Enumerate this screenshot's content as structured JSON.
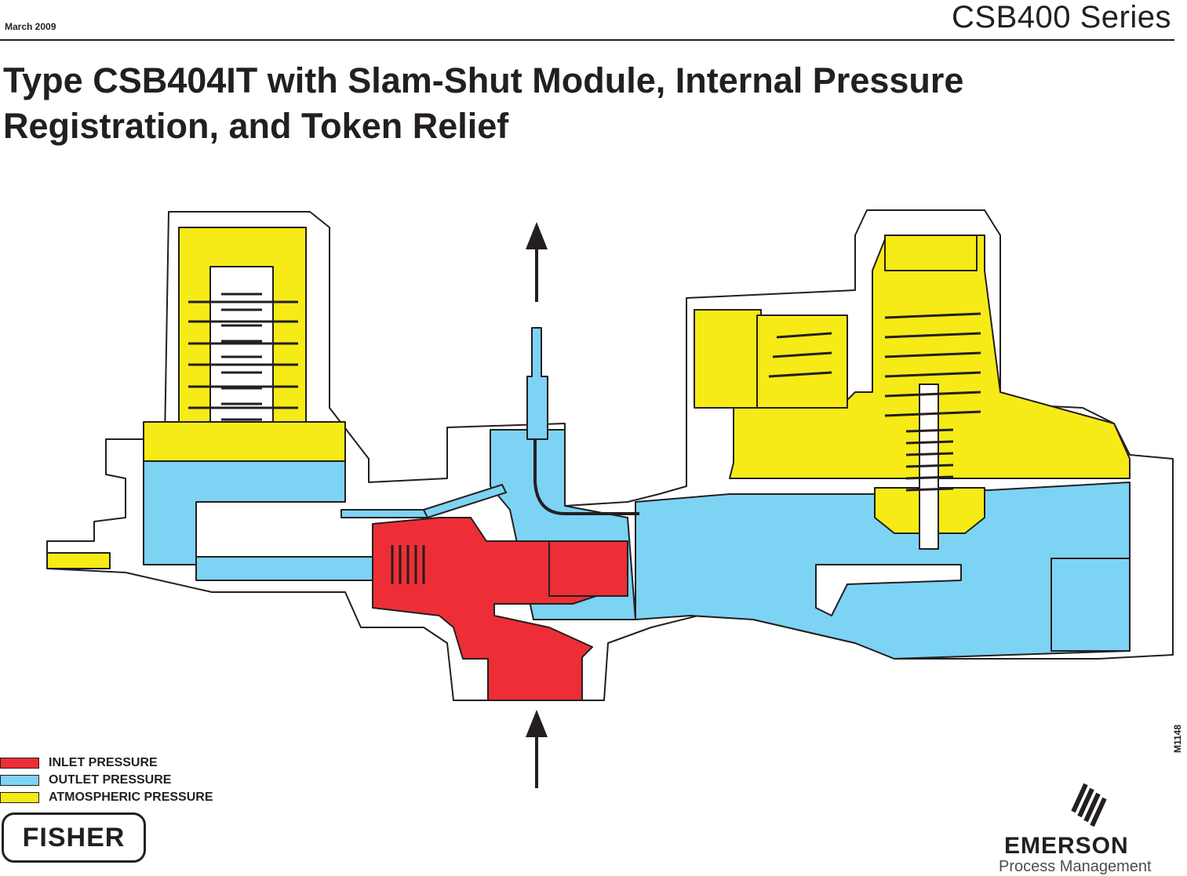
{
  "header": {
    "date": "March 2009",
    "series": "CSB400 Series",
    "title": "Type CSB404IT with Slam-Shut Module, Internal Pressure Registration, and Token Relief"
  },
  "legend": {
    "items": [
      {
        "label": "INLET PRESSURE",
        "color": "#ee2e36"
      },
      {
        "label": "OUTLET PRESSURE",
        "color": "#7dd3f3"
      },
      {
        "label": "ATMOSPHERIC PRESSURE",
        "color": "#f6eb16"
      }
    ]
  },
  "figure": {
    "id": "M1148"
  },
  "branding": {
    "fisher": "FISHER",
    "emerson": "EMERSON",
    "emerson_division": "Process Management"
  },
  "colors": {
    "outline": "#231f20",
    "inlet": "#ee2e36",
    "outlet": "#7dd3f3",
    "atmospheric": "#f6eb16"
  }
}
